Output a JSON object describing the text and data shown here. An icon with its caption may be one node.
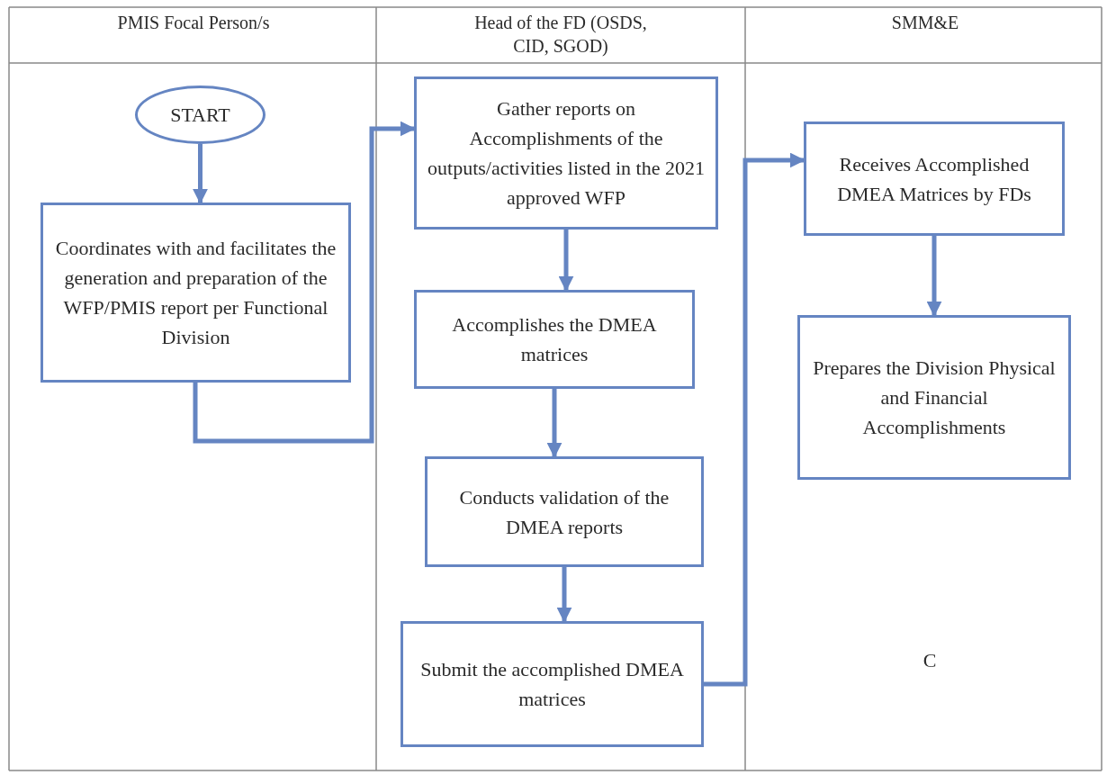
{
  "diagram": {
    "nodes": [
      {
        "text": [
          "START"
        ]
      },
      {
        "text": [
          "Coordinates with and facilitates the generation and preparation of the WFP/PMIS report per Functional Division"
        ]
      },
      {
        "text": [
          "Gather reports on Accomplishments of the outputs/activities listed in the 2021 approved WFP"
        ]
      },
      {
        "text": [
          "Accomplishes the DMEA matrices"
        ]
      },
      {
        "text": [
          "Conducts validation of the DMEA reports"
        ]
      },
      {
        "text": [
          "Submit the accomplished DMEA matrices"
        ]
      },
      {
        "text": [
          "Receives Accomplished DMEA Matrices by FDs"
        ]
      },
      {
        "text": [
          "Prepares the Division Physical and Financial Accomplishments"
        ]
      }
    ],
    "edges": [
      {
        "from": 0,
        "to": 1,
        "arrow": "to"
      },
      {
        "from": 1,
        "to": 2,
        "arrow": "to"
      },
      {
        "from": 2,
        "to": 3,
        "arrow": "to"
      },
      {
        "from": 3,
        "to": 4,
        "arrow": "to"
      },
      {
        "from": 4,
        "to": 5,
        "arrow": "to"
      },
      {
        "from": 5,
        "to": 6,
        "arrow": "to"
      },
      {
        "from": 6,
        "to": 7,
        "arrow": "to"
      }
    ],
    "labels": [
      "PMIS Focal Person/s",
      "Head of the FD (OSDS, CID, SGOD)",
      "SMM&E",
      "C"
    ]
  }
}
